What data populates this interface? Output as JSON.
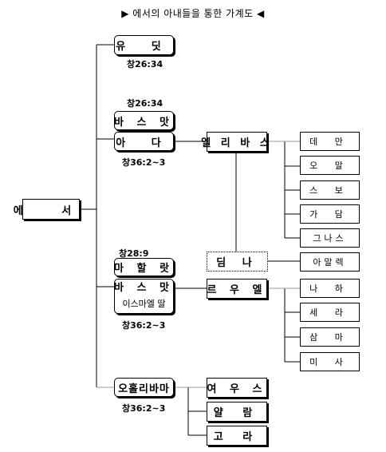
{
  "title": "▶ 에서의 아내들을 통한 가계도 ◀",
  "root": "에 서",
  "wives": {
    "judith": {
      "name": "유 딧",
      "ref": "창26:34"
    },
    "basemath1": {
      "name": "바 스 맛",
      "ref_top": "창26:34"
    },
    "adah": {
      "name": "아 다",
      "ref": "창36:2~3"
    },
    "mahalath": {
      "name": "마 할 랏",
      "ref_top": "창28:9"
    },
    "basemath2": {
      "name": "바 스 맛",
      "note": "이스마엘 딸",
      "ref": "창36:2~3"
    },
    "oholibamah": {
      "name": "오홀리바마",
      "ref": "창36:2~3"
    }
  },
  "sons": {
    "eliphaz": "엘 리 바 스",
    "timna": "딤 나",
    "reuel": "르 우 엘",
    "jeush": "여 우 스",
    "jalam": "얄 람",
    "korah": "고 라"
  },
  "grandsons": {
    "eliphaz": [
      "데 만",
      "오 말",
      "스 보",
      "가 담",
      "그나스"
    ],
    "timna": "아말렉",
    "reuel": [
      "나 하",
      "세 라",
      "삼 마",
      "미 사"
    ]
  },
  "colors": {
    "line": "#000000",
    "faint_line": "#999999"
  }
}
